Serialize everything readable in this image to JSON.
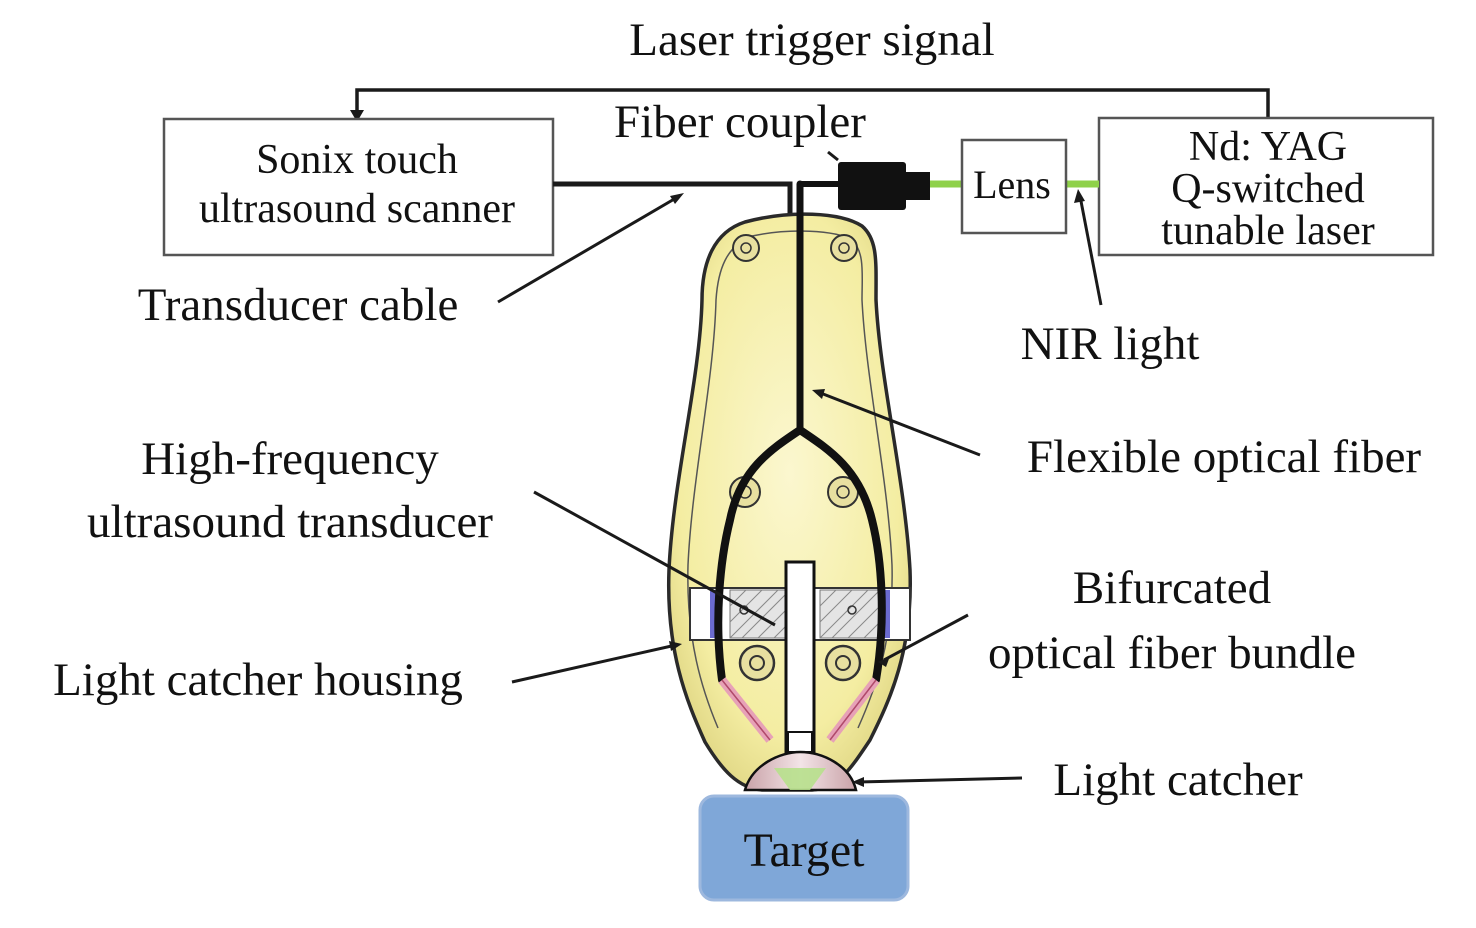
{
  "diagram": {
    "labels": {
      "laser_trigger_signal": "Laser trigger signal",
      "fiber_coupler": "Fiber coupler",
      "transducer_cable": "Transducer cable",
      "nir_light": "NIR light",
      "flexible_optical_fiber": "Flexible optical fiber",
      "hf_transducer_line1": "High-frequency",
      "hf_transducer_line2": "ultrasound transducer",
      "bifurcated_line1": "Bifurcated",
      "bifurcated_line2": "optical fiber bundle",
      "light_catcher_housing": "Light catcher housing",
      "light_catcher": "Light catcher"
    },
    "boxes": {
      "scanner_line1": "Sonix touch",
      "scanner_line2": "ultrasound scanner",
      "lens": "Lens",
      "laser_line1": "Nd: YAG",
      "laser_line2": "Q-switched",
      "laser_line3": "tunable laser",
      "target": "Target"
    },
    "colors": {
      "housing_fill": "#f4eda2",
      "nir_light": "#8fd14a",
      "target_fill": "#7fa7d8",
      "fiber_tip": "#e7a1b7"
    }
  }
}
